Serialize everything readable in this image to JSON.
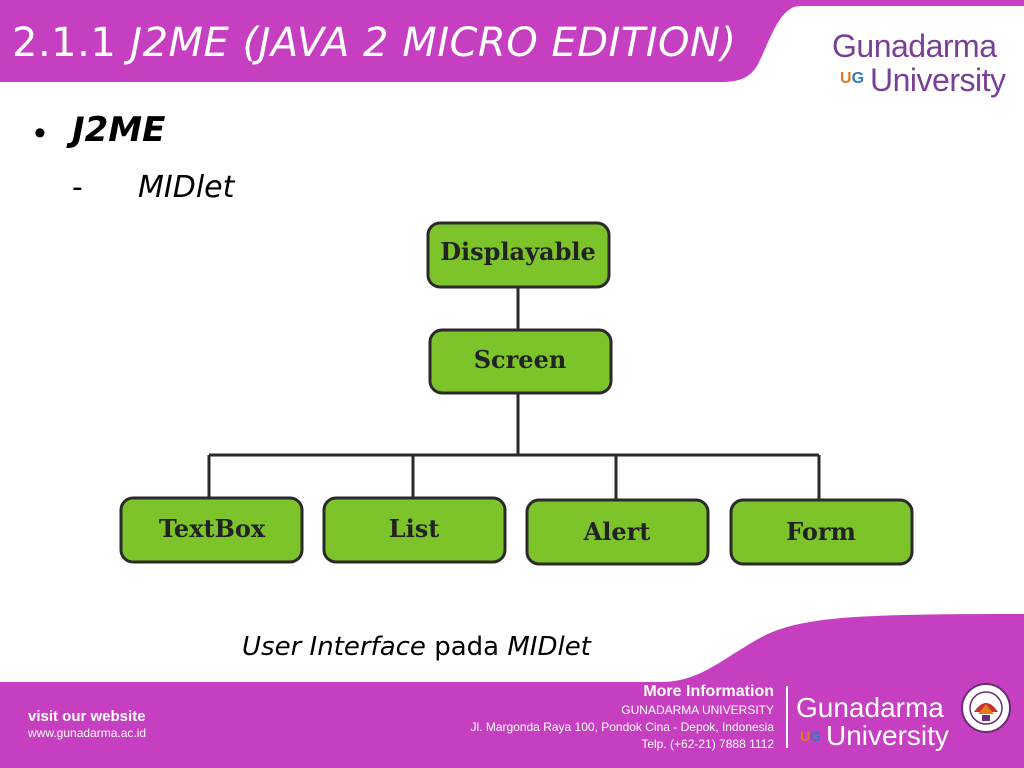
{
  "slide": {
    "title_number": "2.1.1",
    "title_text": "J2ME (JAVA 2 MICRO EDITION)",
    "brand_line1": "Gunadarma",
    "brand_line2": "University",
    "brand_ug_u": "U",
    "brand_ug_g": "G",
    "accent_color": "#c63fc1"
  },
  "content": {
    "bullet_symbol": "•",
    "bullet_text": "J2ME",
    "sub_dash": "-",
    "sub_text": "MIDlet"
  },
  "diagram": {
    "root": "Displayable",
    "middle": "Screen",
    "children": [
      "TextBox",
      "List",
      "Alert",
      "Form"
    ],
    "node_fill": "#7dc42b",
    "node_stroke": "#2a2a2a"
  },
  "caption": {
    "italic_part1": "User Interface",
    "plain_part": "pada",
    "italic_part2": "MIDlet"
  },
  "footer": {
    "visit_title": "visit our website",
    "visit_url": "www.gunadarma.ac.id",
    "info_title": "More Information",
    "info_org": "GUNADARMA UNIVERSITY",
    "info_address": "Jl. Margonda Raya 100, Pondok Cina - Depok, Indonesia",
    "info_phone": "Telp. (+62-21) 7888 1112",
    "brand_line1": "Gunadarma",
    "brand_line2": "University"
  }
}
